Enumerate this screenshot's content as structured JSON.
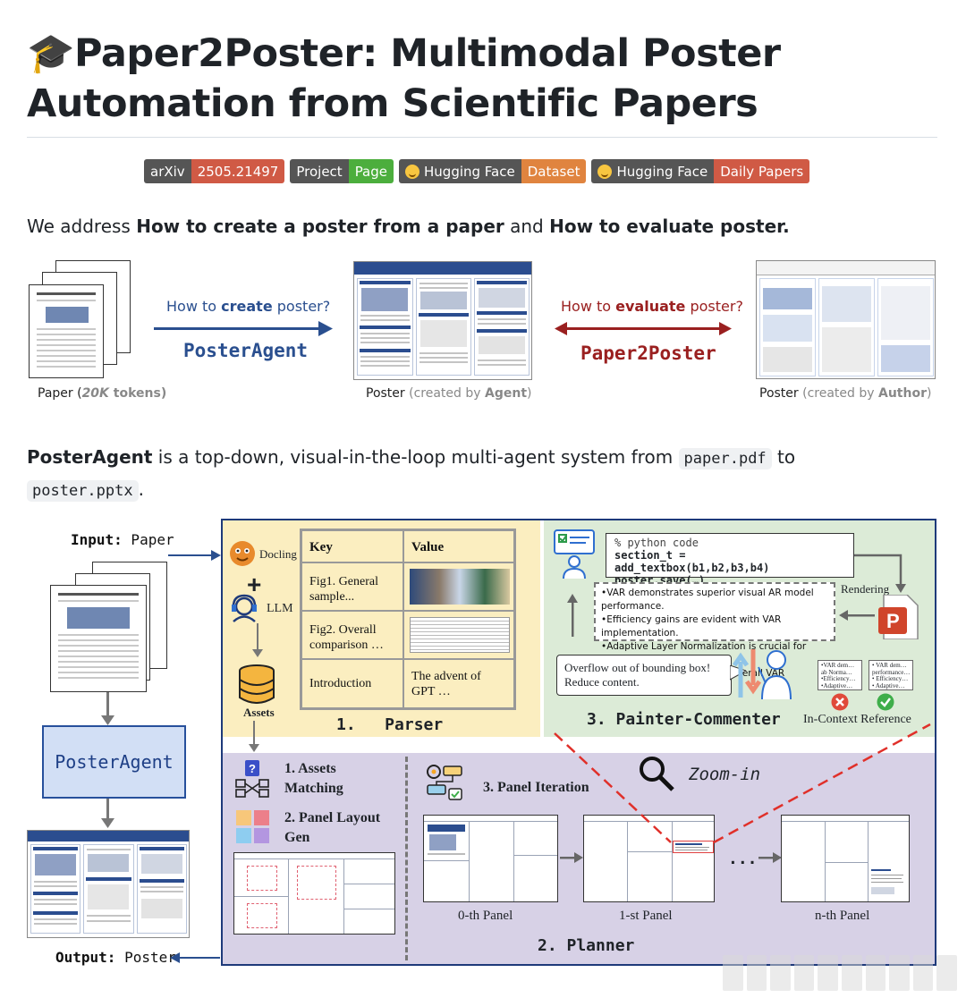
{
  "header": {
    "emoji": "🎓",
    "title": "Paper2Poster: Multimodal Poster Automation from Scientific Papers"
  },
  "badges": [
    {
      "left": "arXiv",
      "right": "2505.21497",
      "color": "#d05a45"
    },
    {
      "left": "Project",
      "right": "Page",
      "color": "#4cae3d"
    },
    {
      "left": "Hugging Face",
      "right": "Dataset",
      "color": "#e0843f",
      "emoji": true
    },
    {
      "left": "Hugging Face",
      "right": "Daily Papers",
      "color": "#d05a45",
      "emoji": true
    }
  ],
  "intro": {
    "prefix": "We address ",
    "bold1": "How to create a poster from a paper",
    "middle": " and ",
    "bold2": "How to evaluate poster."
  },
  "overview": {
    "q_create_pre": "How to ",
    "q_create_bold": "create",
    "q_create_post": " poster?",
    "agent_name": "PosterAgent",
    "q_eval_pre": "How to ",
    "q_eval_bold": "evaluate",
    "q_eval_post": " poster?",
    "benchmark_name": "Paper2Poster",
    "cap_paper": "Paper (",
    "cap_paper_tokens": "20K",
    "cap_paper_tail": " tokens)",
    "cap_poster_agent": "Poster ",
    "cap_poster_agent_gray": "(created by ",
    "cap_poster_agent_bold": "Agent",
    "cap_poster_agent_end": ")",
    "cap_poster_author": "Poster ",
    "cap_poster_author_gray": "(created by ",
    "cap_poster_author_bold": "Author",
    "cap_poster_author_end": ")"
  },
  "description": {
    "bold": "PosterAgent",
    "text": " is a top-down, visual-in-the-loop multi-agent system from ",
    "code1": "paper.pdf",
    "mid": " to ",
    "code2": "poster.pptx",
    "end": "."
  },
  "diagram": {
    "input_label": "Input:",
    "input_value": " Paper",
    "output_label": "Output:",
    "output_value": " Poster",
    "agent_box": "PosterAgent",
    "docling": "Docling",
    "llm": "LLM",
    "assets": "Assets",
    "parser_title": "1.   Parser",
    "kv": {
      "head_key": "Key",
      "head_value": "Value",
      "rows": [
        {
          "key": "Fig1. General sample...",
          "value": ""
        },
        {
          "key": "Fig2. Overall comparison …",
          "value": ""
        },
        {
          "key": "Introduction",
          "value": "The advent of GPT …"
        }
      ]
    },
    "code": {
      "comment": "% python code",
      "line1": "section_t = add_textbox(b1,b2,b3,b4)",
      "line2": "poster.save(…)"
    },
    "rendering": "Rendering",
    "bullets": [
      "•VAR demonstrates superior visual AR model performance.",
      "•Efficiency gains are evident with VAR implementation.",
      "•Adaptive Layer Normalization is crucial for efficiency.",
      "•Key components enhance overall VAR effectiveness."
    ],
    "speech": "Overflow out of bounding box! Reduce content.",
    "ref_card1": [
      "•VAR dem…",
      "ab Norma…",
      "•Efficiency…",
      "•Adaptive…"
    ],
    "ref_card2": [
      "• VAR dem…",
      "performance…",
      "• Efficiency…",
      "• Adaptive…"
    ],
    "painter_title": "3. Painter-Commenter",
    "in_context": "In-Context Reference",
    "assets_matching": "1. Assets Matching",
    "layout_gen": "2. Panel Layout Gen",
    "panel_iteration": "3. Panel Iteration",
    "zoom": "Zoom-in",
    "panel0": "0-th Panel",
    "panel1": "1-st Panel",
    "paneln": "n-th Panel",
    "ellipsis": "...",
    "planner_title": "2. Planner"
  },
  "colors": {
    "blue": "#2a4f8f",
    "red": "#9a2020",
    "parser_bg": "#fbeec0",
    "painter_bg": "#dcebd7",
    "planner_bg": "#d7d1e6"
  }
}
